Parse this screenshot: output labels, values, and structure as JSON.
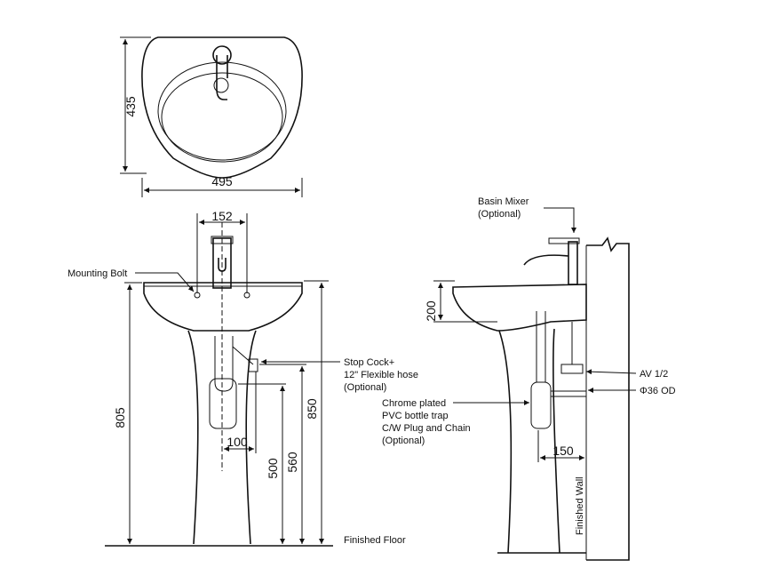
{
  "top_view": {
    "dim_depth": "435",
    "dim_width": "495"
  },
  "front_view": {
    "dim_tap_spacing": "152",
    "dim_total_height": "805",
    "dim_rim_height": "850",
    "dim_outlet_offset": "100",
    "dim_trap_height": "500",
    "dim_stopcock_height": "560",
    "mounting_bolt": "Mounting Bolt",
    "stop_cock_line1": "Stop Cock+",
    "stop_cock_line2": "12\" Flexible hose",
    "stop_cock_line3": "(Optional)",
    "finished_floor": "Finished Floor"
  },
  "side_view": {
    "basin_mixer_line1": "Basin Mixer",
    "basin_mixer_line2": "(Optional)",
    "dim_mixer_height": "200",
    "av": "AV 1/2",
    "od": "Φ36 OD",
    "trap_line1": "Chrome plated",
    "trap_line2": "PVC bottle trap",
    "trap_line3": "C/W Plug and Chain",
    "trap_line4": "(Optional)",
    "dim_wall_offset": "150",
    "finished_wall": "Finished Wall"
  }
}
